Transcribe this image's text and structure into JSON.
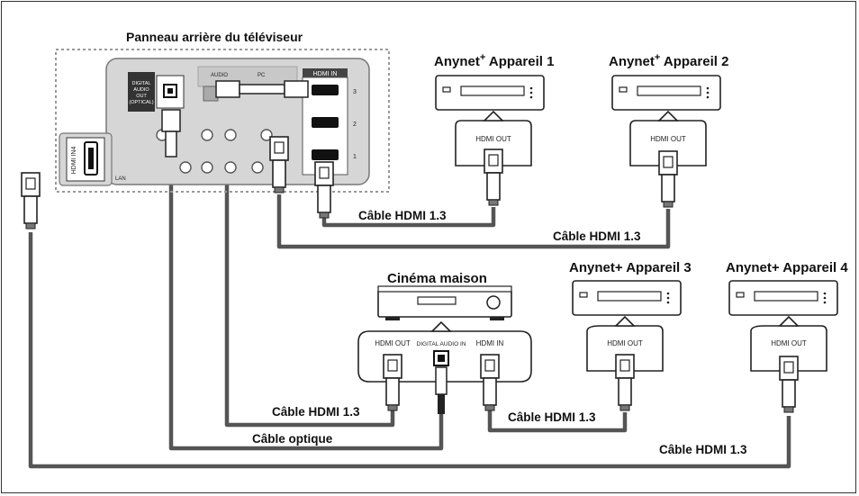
{
  "labels": {
    "tv_panel": "Panneau arrière du téléviseur",
    "device1": "Anynet",
    "device1_sup": "+",
    "device1_rest": " Appareil 1",
    "device2": "Anynet",
    "device2_sup": "+",
    "device2_rest": " Appareil 2",
    "home_theater": "Cinéma maison",
    "device3": "Anynet+ Appareil 3",
    "device4": "Anynet+ Appareil 4",
    "cable_hdmi_a": "Câble HDMI 1.3",
    "cable_hdmi_b": "Câble HDMI 1.3",
    "cable_hdmi_c": "Câble HDMI 1.3",
    "cable_hdmi_d": "Câble HDMI 1.3",
    "cable_hdmi_e": "Câble HDMI 1.3",
    "cable_optical": "Câble optique"
  },
  "ports": {
    "hdmi_out": "HDMI OUT",
    "hdmi_in": "HDMI IN",
    "digital_audio_in": "DIGITAL AUDIO IN",
    "hdmi_in4": "HDMI IN4",
    "hdmi_in_header": "HDMI IN",
    "digital_audio_out_1": "DIGITAL",
    "digital_audio_out_2": "AUDIO",
    "digital_audio_out_3": "OUT",
    "digital_audio_out_4": "(OPTICAL)",
    "pc": "PC",
    "audio": "AUDIO",
    "lan": "LAN",
    "n1": "1",
    "n2": "2",
    "n3": "3"
  }
}
